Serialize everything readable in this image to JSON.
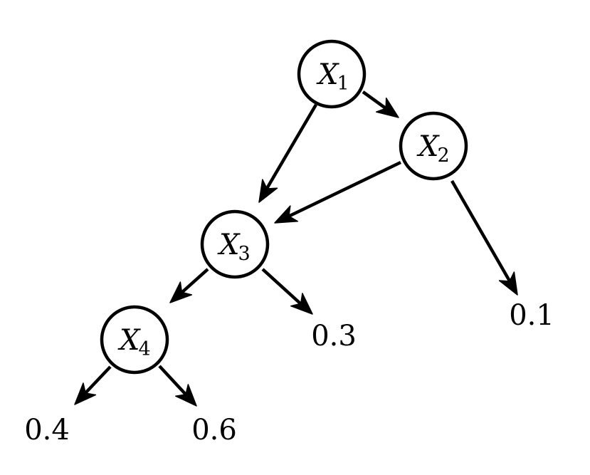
{
  "diagram": {
    "type": "directed-graph",
    "nodes": [
      {
        "id": "x1",
        "letter": "X",
        "subscript": "1"
      },
      {
        "id": "x2",
        "letter": "X",
        "subscript": "2"
      },
      {
        "id": "x3",
        "letter": "X",
        "subscript": "3"
      },
      {
        "id": "x4",
        "letter": "X",
        "subscript": "4"
      }
    ],
    "leaves": [
      {
        "id": "leaf-01",
        "value": "0.1"
      },
      {
        "id": "leaf-03",
        "value": "0.3"
      },
      {
        "id": "leaf-04",
        "value": "0.4"
      },
      {
        "id": "leaf-06",
        "value": "0.6"
      }
    ],
    "edges": [
      {
        "from": "x1",
        "to": "x2"
      },
      {
        "from": "x1",
        "to": "x3"
      },
      {
        "from": "x2",
        "to": "x3"
      },
      {
        "from": "x2",
        "to": "leaf-01"
      },
      {
        "from": "x3",
        "to": "x4"
      },
      {
        "from": "x3",
        "to": "leaf-03"
      },
      {
        "from": "x4",
        "to": "leaf-04"
      },
      {
        "from": "x4",
        "to": "leaf-06"
      }
    ]
  }
}
